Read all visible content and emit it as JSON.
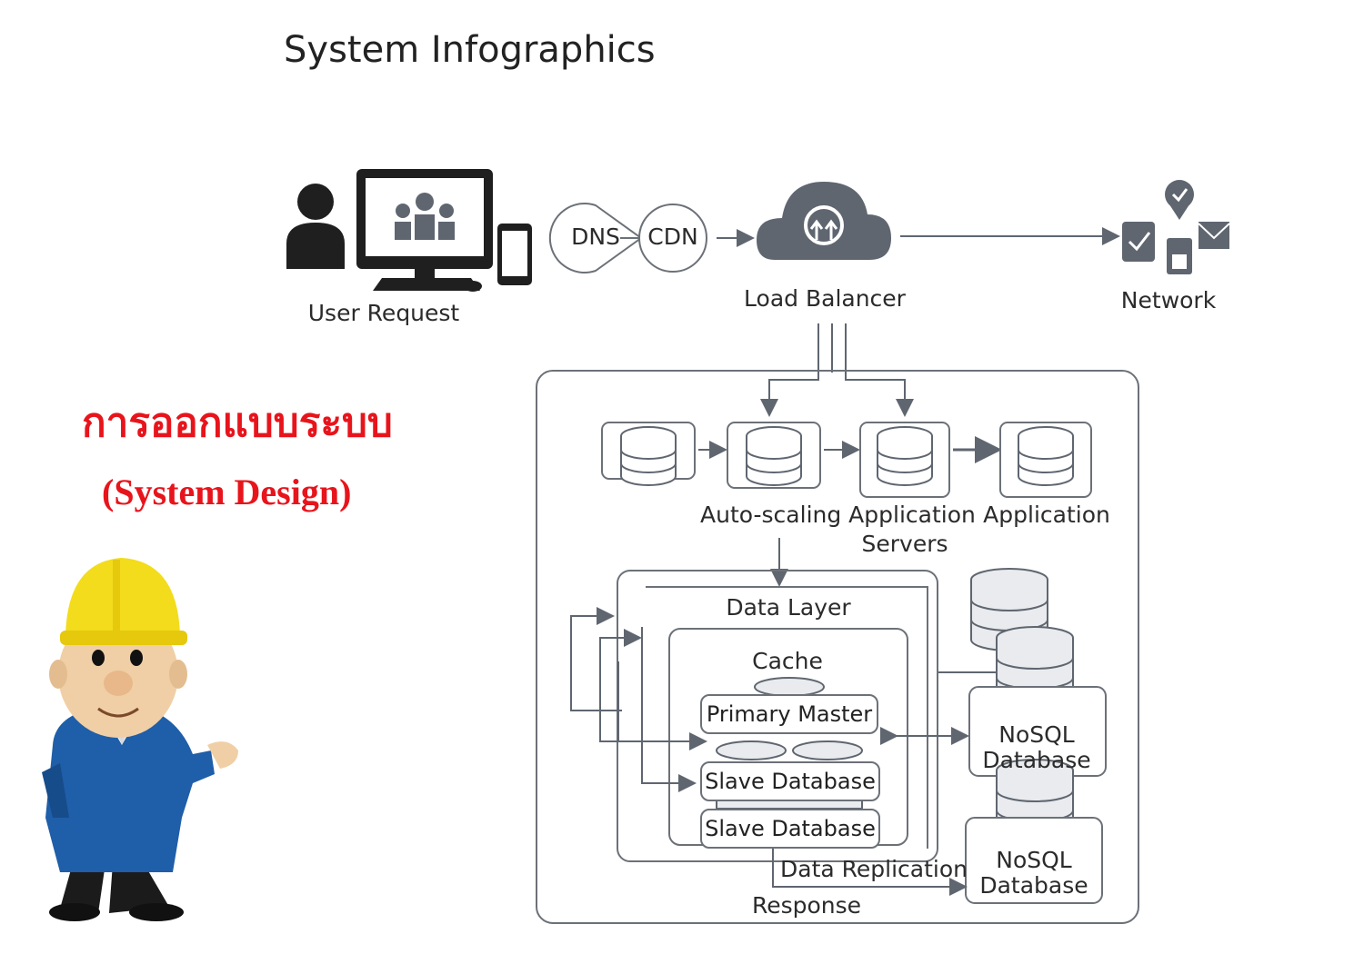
{
  "title": "System Infographics",
  "heading_thai": "การออกแบบระบบ",
  "heading_en": "(System Design)",
  "nodes": {
    "user_request": "User Request",
    "dns": "DNS",
    "cdn": "CDN",
    "load_balancer": "Load Balancer",
    "network": "Network",
    "auto_scaling": "Auto-scaling Application",
    "servers": "Servers",
    "application": "Application",
    "data_layer": "Data Layer",
    "cache": "Cache",
    "primary_master": "Primary Master",
    "slave_db_1": "Slave Database",
    "slave_db_2": "Slave Database",
    "nosql_1_line1": "NoSQL",
    "nosql_1_line2": "Database",
    "nosql_2_line1": "NoSQL",
    "nosql_2_line2": "Database",
    "data_replication": "Data Replication",
    "response": "Response"
  },
  "colors": {
    "icon": "#5f6670",
    "line": "#6c7178",
    "heading_red": "#e8141c",
    "worker_helmet": "#f2dc1c",
    "worker_shirt": "#1f5ea8"
  }
}
